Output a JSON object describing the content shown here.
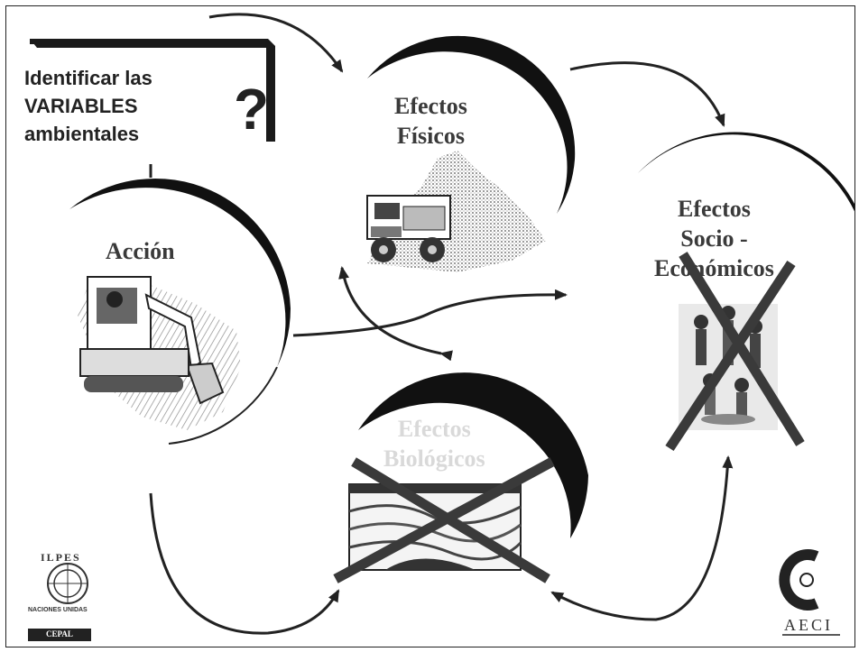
{
  "question": {
    "line1": "Identificar  las",
    "line2": "VARIABLES",
    "line3": "ambientales",
    "mark": "?"
  },
  "nodes": {
    "accion": {
      "label": "Acción"
    },
    "fisicos": {
      "line1": "Efectos",
      "line2": "Físicos"
    },
    "socio": {
      "line1": "Efectos",
      "line2": "Socio -",
      "line3": "Económicos"
    },
    "biologicos": {
      "line1": "Efectos",
      "line2": "Biológicos"
    }
  },
  "logos": {
    "ilpes_top": "ILPES",
    "ilpes_un": "NACIONES UNIDAS",
    "ilpes_cepal": "CEPAL",
    "aeci": "AECI"
  },
  "icons": {
    "question": "question-mark-icon",
    "excavator": "excavator-icon",
    "dump_truck": "dump-truck-icon",
    "people": "people-icon",
    "terrain": "terrain-icon",
    "crossed_out": "x-mark-icon",
    "un_emblem": "un-emblem-icon",
    "aeci_logo": "aeci-logo-icon"
  },
  "colors": {
    "ink": "#222222",
    "faded_text": "#d9d9d9",
    "x_mark": "#3a3a3a"
  }
}
